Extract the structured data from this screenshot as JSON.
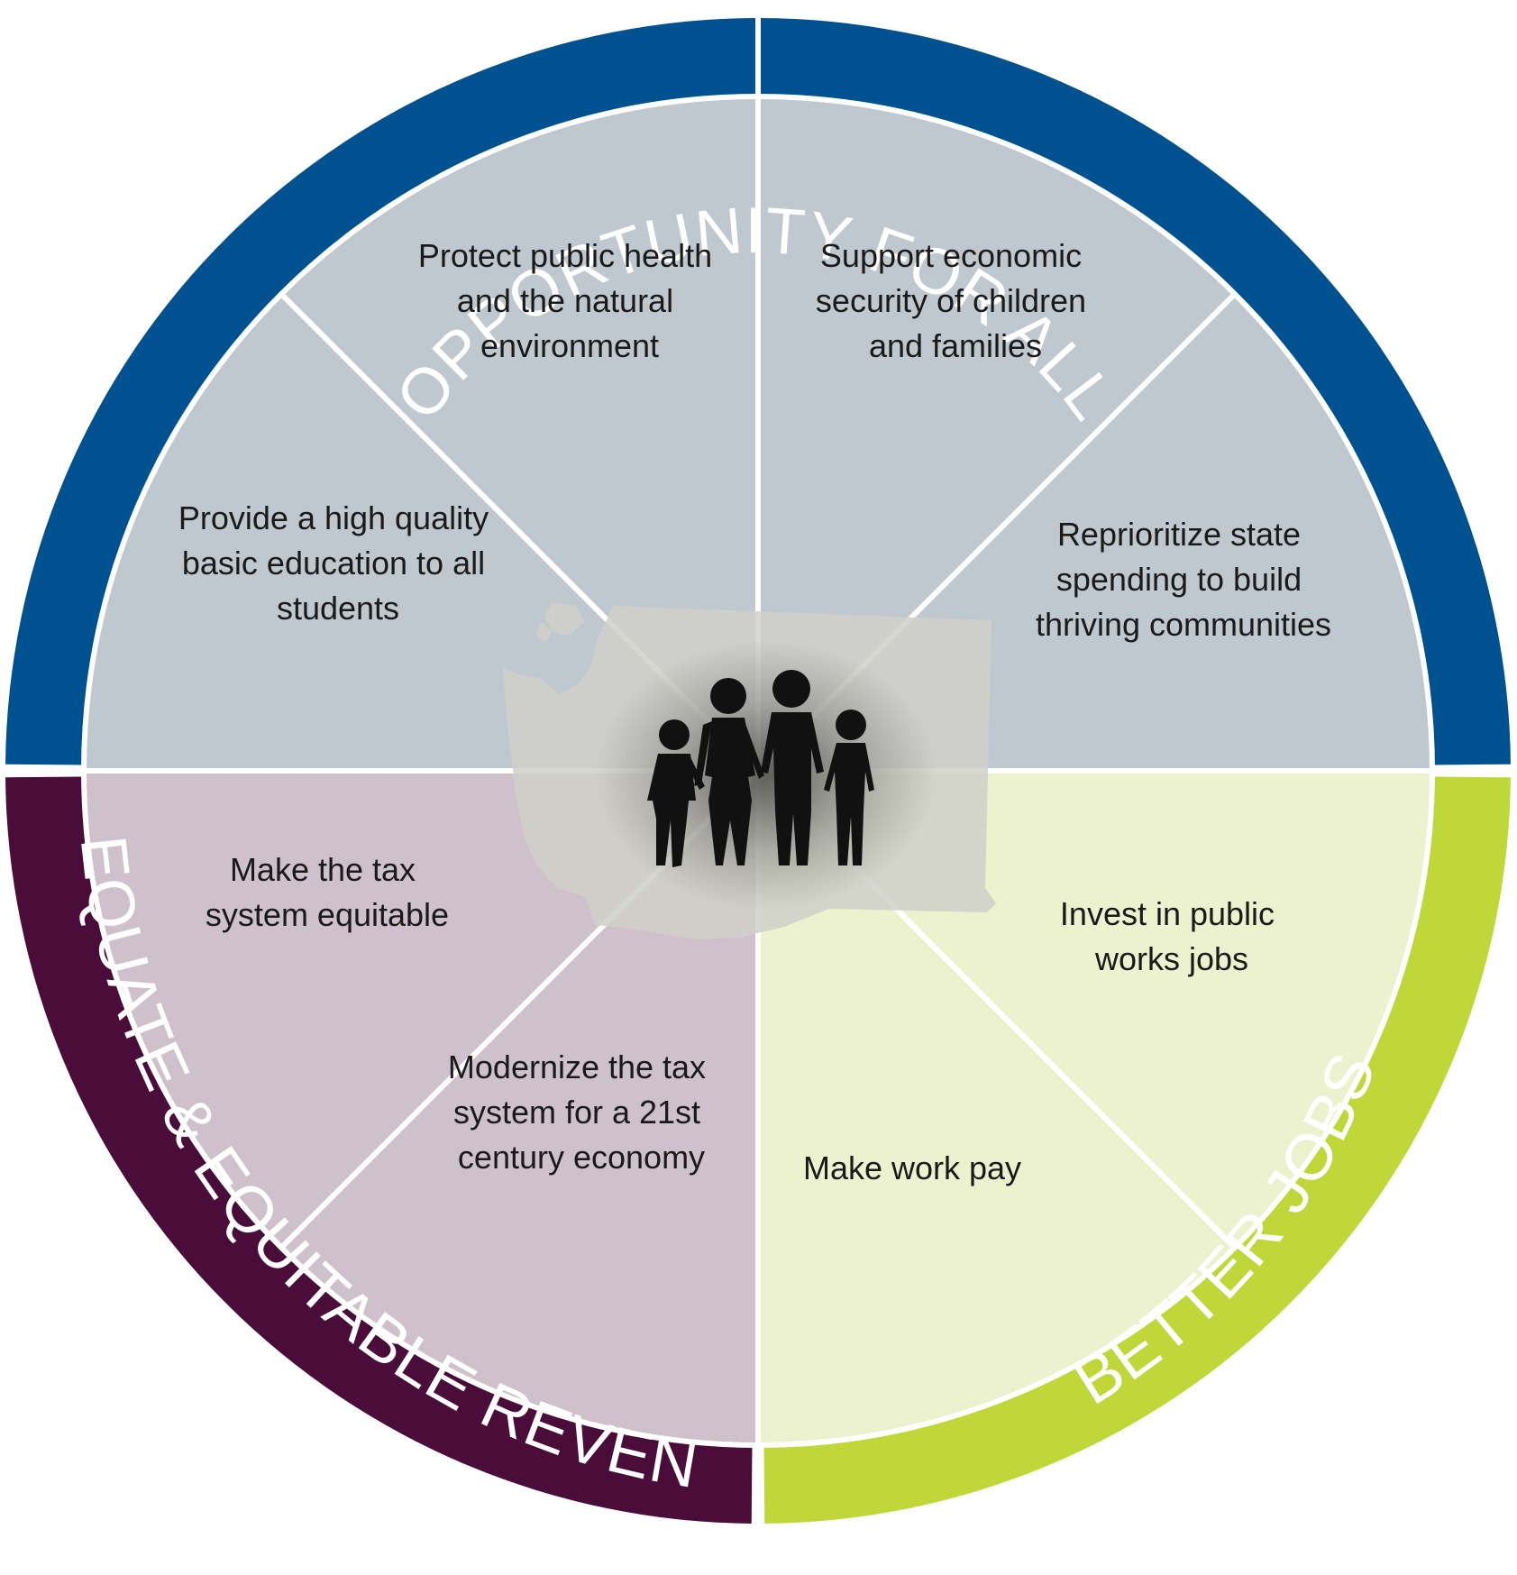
{
  "ring_labels": {
    "top": "OPPORTUNITY FOR ALL",
    "left": "ADEQUATE & EQUITABLE REVENUE",
    "right": "BETTER JOBS"
  },
  "segments": [
    {
      "id": "education",
      "lines": [
        "Provide a high quality",
        "basic education to all",
        "students"
      ]
    },
    {
      "id": "health",
      "lines": [
        "Protect public health",
        "and the natural",
        "environment"
      ]
    },
    {
      "id": "security",
      "lines": [
        "Support economic",
        "security of children",
        "and families"
      ]
    },
    {
      "id": "spending",
      "lines": [
        "Reprioritize state",
        "spending to build",
        "thriving communities"
      ]
    },
    {
      "id": "public-works",
      "lines": [
        "Invest in public",
        "works jobs"
      ]
    },
    {
      "id": "work-pay",
      "lines": [
        "Make work pay"
      ]
    },
    {
      "id": "modernize-tax",
      "lines": [
        "Modernize the tax",
        "system for a 21st",
        "century economy"
      ]
    },
    {
      "id": "equitable-tax",
      "lines": [
        "Make the tax",
        "system equitable"
      ]
    }
  ],
  "colors": {
    "opportunity_ring": "#005190",
    "revenue_ring": "#4a0d3a",
    "jobs_ring": "#c0d73a",
    "opportunity_fill": "#c0c8cf",
    "revenue_fill": "#cfc1cb",
    "jobs_fill": "#ecf2cd",
    "state_fill": "#d0d0c9",
    "silhouette": "#111111"
  },
  "icons": {
    "state": "washington-state-map-icon",
    "family": "family-silhouette-icon"
  }
}
